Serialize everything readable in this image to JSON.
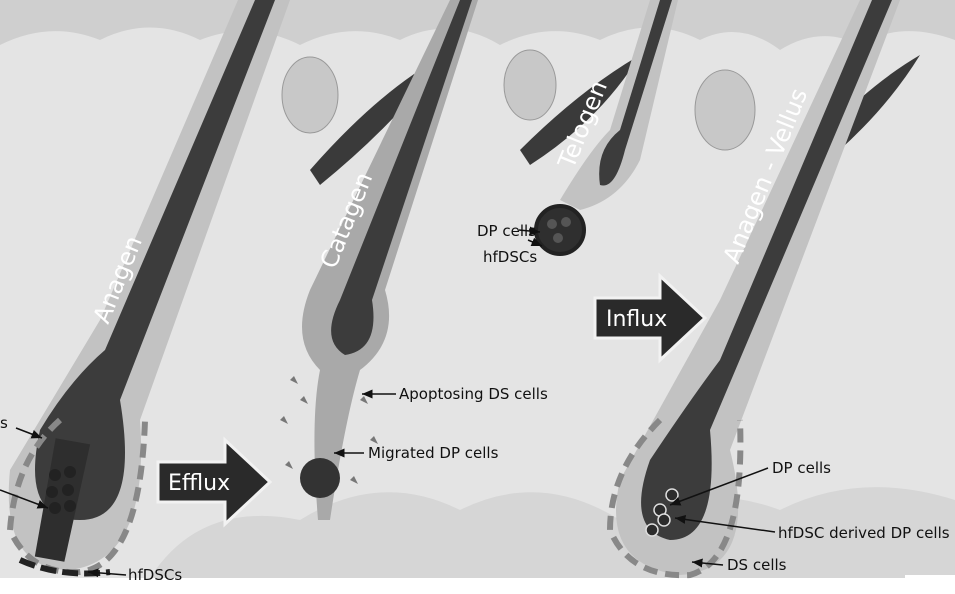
{
  "stages": {
    "anagen": "Anagen",
    "catagen": "Catagen",
    "telogen": "Telogen",
    "anagen_vellus": "Anagen - Vellus"
  },
  "arrows": {
    "efflux": "Efflux",
    "influx": "Influx"
  },
  "labels": {
    "left_partial": "s",
    "anagen_hfdscs": "hfDSCs",
    "apoptosing_ds": "Apoptosing DS cells",
    "migrated_dp": "Migrated DP cells",
    "telogen_dp": "DP cells",
    "telogen_hfdscs": "hfDSCs",
    "vellus_dp": "DP cells",
    "vellus_hfdsc_dp": "hfDSC derived DP cells",
    "vellus_ds": "DS cells"
  },
  "colors": {
    "background": "#e4e4e4",
    "shaft": "#3c3c3c",
    "sheath": "#bcbcbc",
    "arrow": "#2a2a2a"
  }
}
